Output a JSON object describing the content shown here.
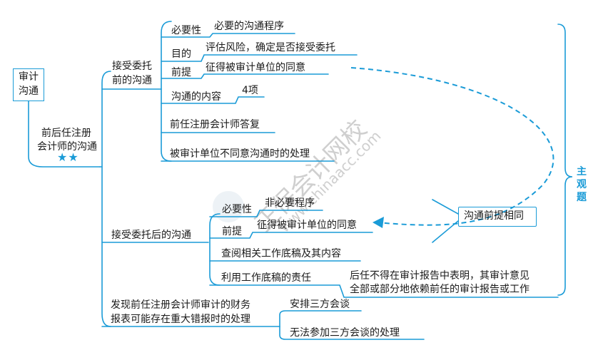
{
  "root": {
    "line1": "审计",
    "line2": "沟通"
  },
  "branch_a": {
    "label_line1": "接受委托",
    "label_line2": "前的沟通",
    "items": {
      "necessity_label": "必要性",
      "necessity_value": "必要的沟通程序",
      "purpose_label": "目的",
      "purpose_value": "评估风险，确定是否接受委托",
      "premise_label": "前提",
      "premise_value": "征得被审计单位的同意",
      "content_label": "沟通的内容",
      "content_value": "4项",
      "reply": "前任注册会计师答复",
      "refusal": "被审计单位不同意沟通时的处理"
    }
  },
  "center_label": {
    "line1": "前后任注册",
    "line2": "会计师的沟通",
    "stars": "★★"
  },
  "branch_b": {
    "label": "接受委托后的沟通",
    "items": {
      "necessity_label": "必要性",
      "necessity_value": "非必要程序",
      "premise_label": "前提",
      "premise_value": "征得被审计单位的同意",
      "review": "查阅相关工作底稿及其内容",
      "responsibility": "利用工作底稿的责任",
      "responsibility_value_line1": "后任不得在审计报告中表明，其审计意见",
      "responsibility_value_line2": "全部或部分地依赖前任的审计报告或工作"
    }
  },
  "branch_c": {
    "label_line1": "发现前任注册会计师审计的财务",
    "label_line2": "报表可能存在重大错报时的处理",
    "items": {
      "arrange": "安排三方会谈",
      "cannot": "无法参加三方会谈的处理"
    }
  },
  "note": "沟通前提相同",
  "side_tag": {
    "c1": "主",
    "c2": "观",
    "c3": "题"
  },
  "watermark": {
    "main": "正保会计网校",
    "url": "www.chinaacc.com"
  },
  "colors": {
    "accent": "#1a9bd7",
    "line": "#1a9bd7",
    "text": "#1a1a1a"
  }
}
